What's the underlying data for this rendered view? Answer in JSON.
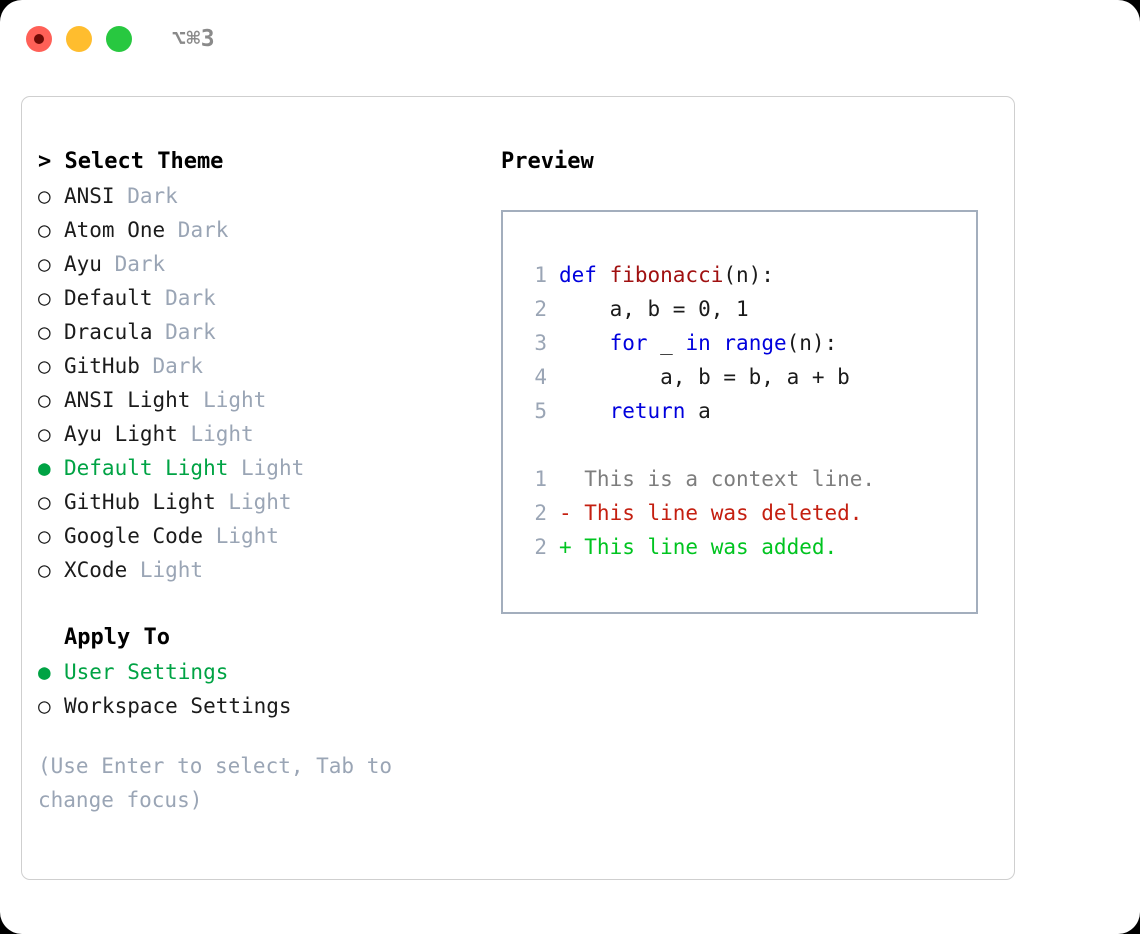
{
  "titlebar": {
    "shortcut": "⌥⌘3",
    "buttons": [
      {
        "name": "close",
        "color": "#ff6057"
      },
      {
        "name": "minimize",
        "color": "#ffbd2e"
      },
      {
        "name": "maximize",
        "color": "#28c840"
      }
    ]
  },
  "accent": {
    "selected": "#00a344",
    "muted": "#9aa5b5",
    "border": "#a3aebd"
  },
  "theme_section": {
    "header": "> Select Theme",
    "items": [
      {
        "marker": "○",
        "label": "ANSI",
        "suffix": "Dark",
        "selected": false
      },
      {
        "marker": "○",
        "label": "Atom One",
        "suffix": "Dark",
        "selected": false
      },
      {
        "marker": "○",
        "label": "Ayu",
        "suffix": "Dark",
        "selected": false
      },
      {
        "marker": "○",
        "label": "Default",
        "suffix": "Dark",
        "selected": false
      },
      {
        "marker": "○",
        "label": "Dracula",
        "suffix": "Dark",
        "selected": false
      },
      {
        "marker": "○",
        "label": "GitHub",
        "suffix": "Dark",
        "selected": false
      },
      {
        "marker": "○",
        "label": "ANSI Light",
        "suffix": "Light",
        "selected": false
      },
      {
        "marker": "○",
        "label": "Ayu Light",
        "suffix": "Light",
        "selected": false
      },
      {
        "marker": "●",
        "label": "Default Light",
        "suffix": "Light",
        "selected": true
      },
      {
        "marker": "○",
        "label": "GitHub Light",
        "suffix": "Light",
        "selected": false
      },
      {
        "marker": "○",
        "label": "Google Code",
        "suffix": "Light",
        "selected": false
      },
      {
        "marker": "○",
        "label": "XCode",
        "suffix": "Light",
        "selected": false
      }
    ]
  },
  "apply_section": {
    "header": "Apply To",
    "items": [
      {
        "marker": "●",
        "label": "User Settings",
        "selected": true
      },
      {
        "marker": "○",
        "label": "Workspace Settings",
        "selected": false
      }
    ]
  },
  "help_text": "(Use Enter to select, Tab to change focus)",
  "preview": {
    "title": "Preview",
    "code_lines": [
      {
        "no": "1",
        "tokens": [
          {
            "text": "def ",
            "kind": "kw"
          },
          {
            "text": "fibonacci",
            "kind": "fn"
          },
          {
            "text": "(n):",
            "kind": "plain"
          }
        ]
      },
      {
        "no": "2",
        "tokens": [
          {
            "text": "    a, b = 0, 1",
            "kind": "plain"
          }
        ]
      },
      {
        "no": "3",
        "tokens": [
          {
            "text": "    ",
            "kind": "plain"
          },
          {
            "text": "for",
            "kind": "kw"
          },
          {
            "text": " _ ",
            "kind": "plain"
          },
          {
            "text": "in",
            "kind": "kw"
          },
          {
            "text": " ",
            "kind": "plain"
          },
          {
            "text": "range",
            "kind": "kw"
          },
          {
            "text": "(n):",
            "kind": "plain"
          }
        ]
      },
      {
        "no": "4",
        "tokens": [
          {
            "text": "        a, b = b, a + b",
            "kind": "plain"
          }
        ]
      },
      {
        "no": "5",
        "tokens": [
          {
            "text": "    ",
            "kind": "plain"
          },
          {
            "text": "return",
            "kind": "kw"
          },
          {
            "text": " a",
            "kind": "plain"
          }
        ]
      }
    ],
    "diff_lines": [
      {
        "no": "1",
        "text": "  This is a context line.",
        "kind": "ctx"
      },
      {
        "no": "2",
        "text": "- This line was deleted.",
        "kind": "del"
      },
      {
        "no": "2",
        "text": "+ This line was added.",
        "kind": "add"
      }
    ]
  }
}
